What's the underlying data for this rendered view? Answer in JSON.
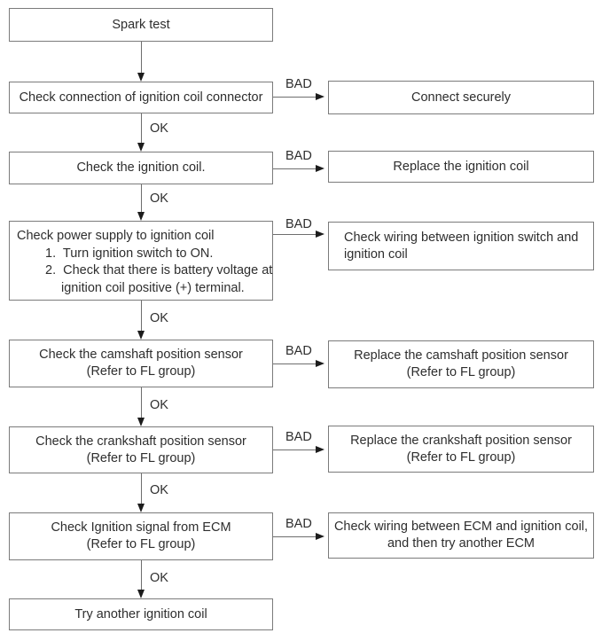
{
  "labels": {
    "ok": "OK",
    "bad": "BAD"
  },
  "colors": {
    "background": "#ffffff",
    "box_border": "#7b7b7b",
    "connector_line": "#6e6e6e",
    "arrowhead": "#1c1c1c",
    "text": "#2e2e2e"
  },
  "flow": {
    "nodes": {
      "spark_test": "Spark test",
      "check_connection": "Check connection of ignition coil connector",
      "connect_securely": "Connect securely",
      "check_ignition_coil": "Check the ignition coil.",
      "replace_ignition_coil": "Replace the ignition coil",
      "check_power_supply": {
        "title": "Check power supply to ignition coil",
        "item1": "1.  Turn ignition switch to ON.",
        "item2_line1": "2.  Check that there is battery voltage at",
        "item2_line2": "ignition coil positive (+) terminal."
      },
      "check_wiring_switch": {
        "line1": "Check wiring between ignition switch and",
        "line2": "ignition coil"
      },
      "check_camshaft": {
        "line1": "Check the camshaft position sensor",
        "line2": "(Refer to FL group)"
      },
      "replace_camshaft": {
        "line1": "Replace the camshaft position sensor",
        "line2": "(Refer to FL group)"
      },
      "check_crankshaft": {
        "line1": "Check the crankshaft position sensor",
        "line2": "(Refer to FL group)"
      },
      "replace_crankshaft": {
        "line1": "Replace the crankshaft position sensor",
        "line2": "(Refer to FL group)"
      },
      "check_ecm_signal": {
        "line1": "Check Ignition signal from ECM",
        "line2": "(Refer to FL group)"
      },
      "check_wiring_ecm": {
        "line1": "Check wiring between ECM and ignition coil,",
        "line2": "and then try another ECM"
      },
      "try_another_coil": "Try another ignition coil"
    }
  }
}
